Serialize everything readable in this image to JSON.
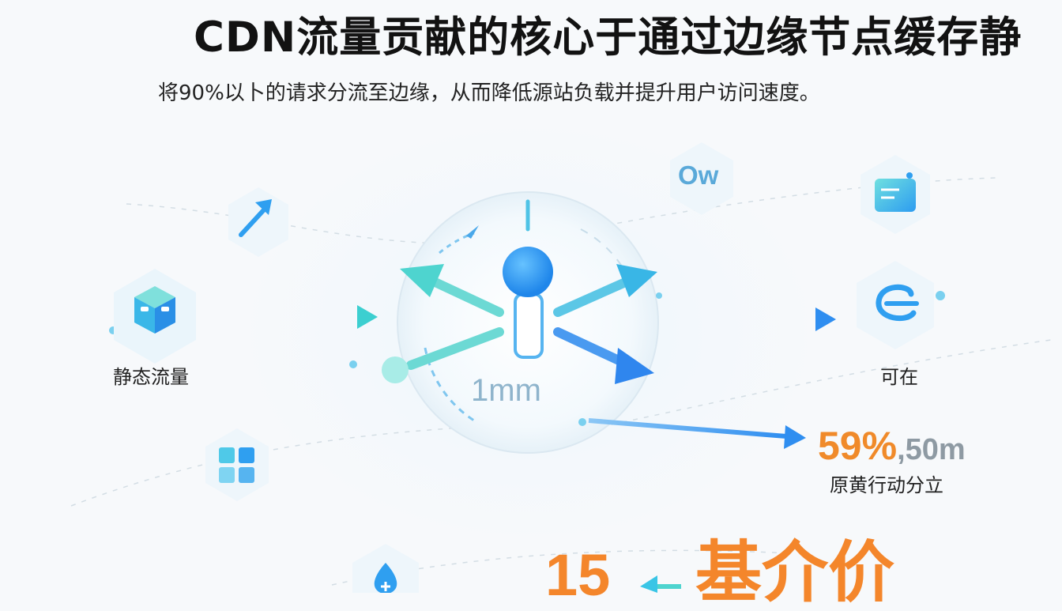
{
  "header": {
    "title": "CDN流量贡献的核心于通过边缘节点缓存静",
    "subtitle": "将90%以卜的请求分流至边缘，从而降低源站负载并提升用户访问速度。"
  },
  "diagram": {
    "left_label": "静态流量",
    "center_value": "1mm",
    "top_badge": "Ow",
    "right_label": "可在",
    "stat_value": "59%",
    "stat_suffix": ",50m",
    "stat_label": "原黄行动分立",
    "bottom_number": "15",
    "bottom_text": "基介价"
  },
  "icons": [
    "arrow-up-right-icon",
    "cube-icon",
    "grid-icon",
    "drop-icon",
    "card-icon",
    "loop-icon"
  ],
  "colors": {
    "accent_blue": "#3b9bf0",
    "accent_teal": "#4ed4cf",
    "accent_orange": "#f4862b"
  }
}
